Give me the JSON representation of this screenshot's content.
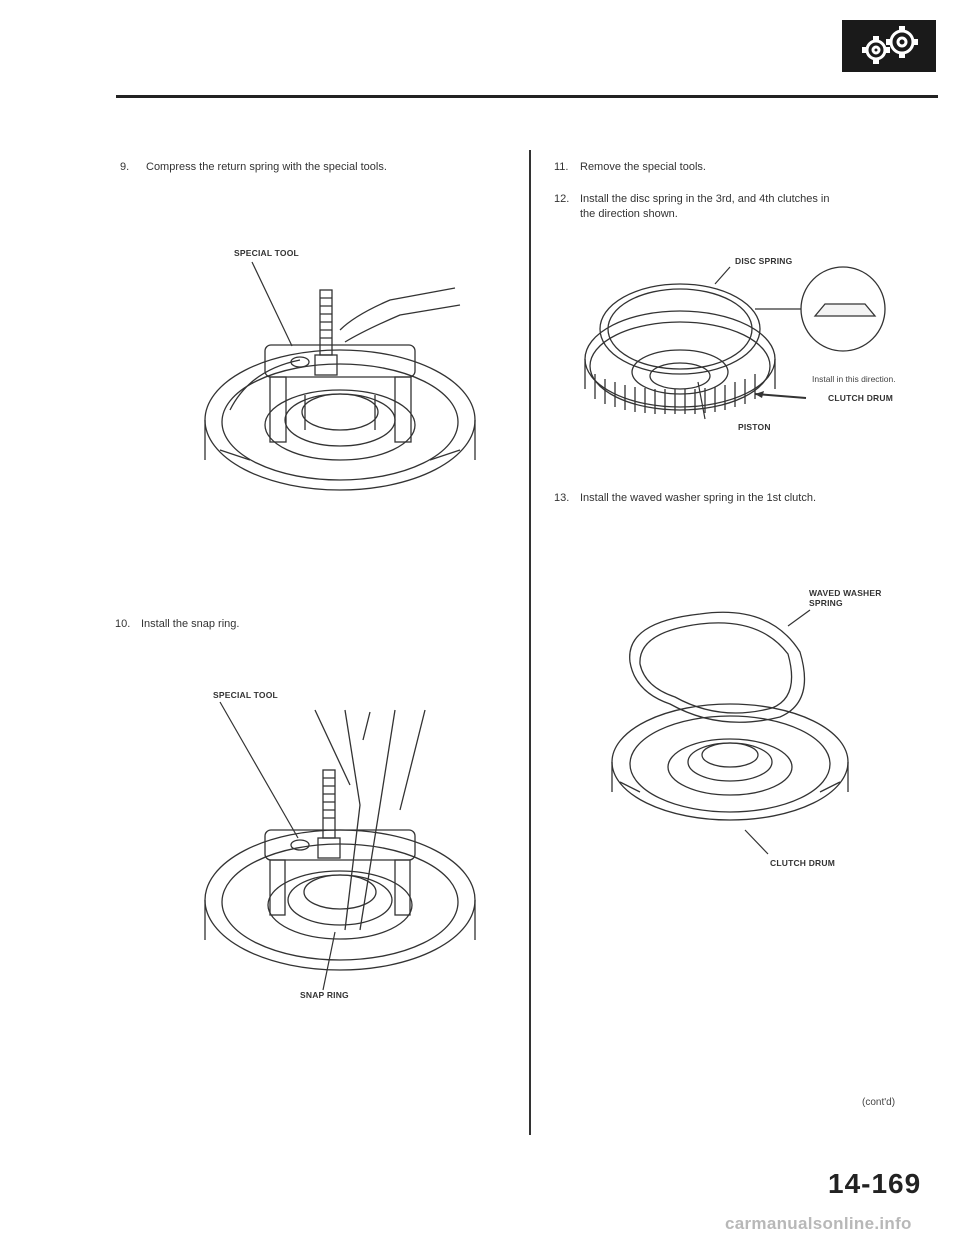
{
  "steps": [
    {
      "num": "9.",
      "text": "Compress the return spring with the special tools."
    },
    {
      "num": "10.",
      "text": "Install the snap ring."
    },
    {
      "num": "11.",
      "text": "Remove the special tools."
    },
    {
      "num": "12.",
      "text_line1": "Install the disc spring in the 3rd, and 4th clutches in",
      "text_line2": "the direction shown."
    },
    {
      "num": "13.",
      "text": "Install the waved washer spring in the 1st clutch."
    }
  ],
  "figure1": {
    "label_special_tool": "SPECIAL TOOL"
  },
  "figure2": {
    "label_special_tool": "SPECIAL TOOL",
    "label_snap_ring": "SNAP RING"
  },
  "figure3": {
    "label_disc_spring": "DISC SPRING",
    "label_direction": "Install in this direction.",
    "label_clutch_drum": "CLUTCH DRUM",
    "label_piston": "PISTON"
  },
  "figure4": {
    "label_waved_line1": "WAVED WASHER",
    "label_waved_line2": "SPRING",
    "label_clutch_drum": "CLUTCH DRUM"
  },
  "footer": {
    "contd": "(cont'd)",
    "page_number": "14-169",
    "watermark": "carmanualsonline.info"
  },
  "logo": {
    "icon": "gears-icon"
  }
}
